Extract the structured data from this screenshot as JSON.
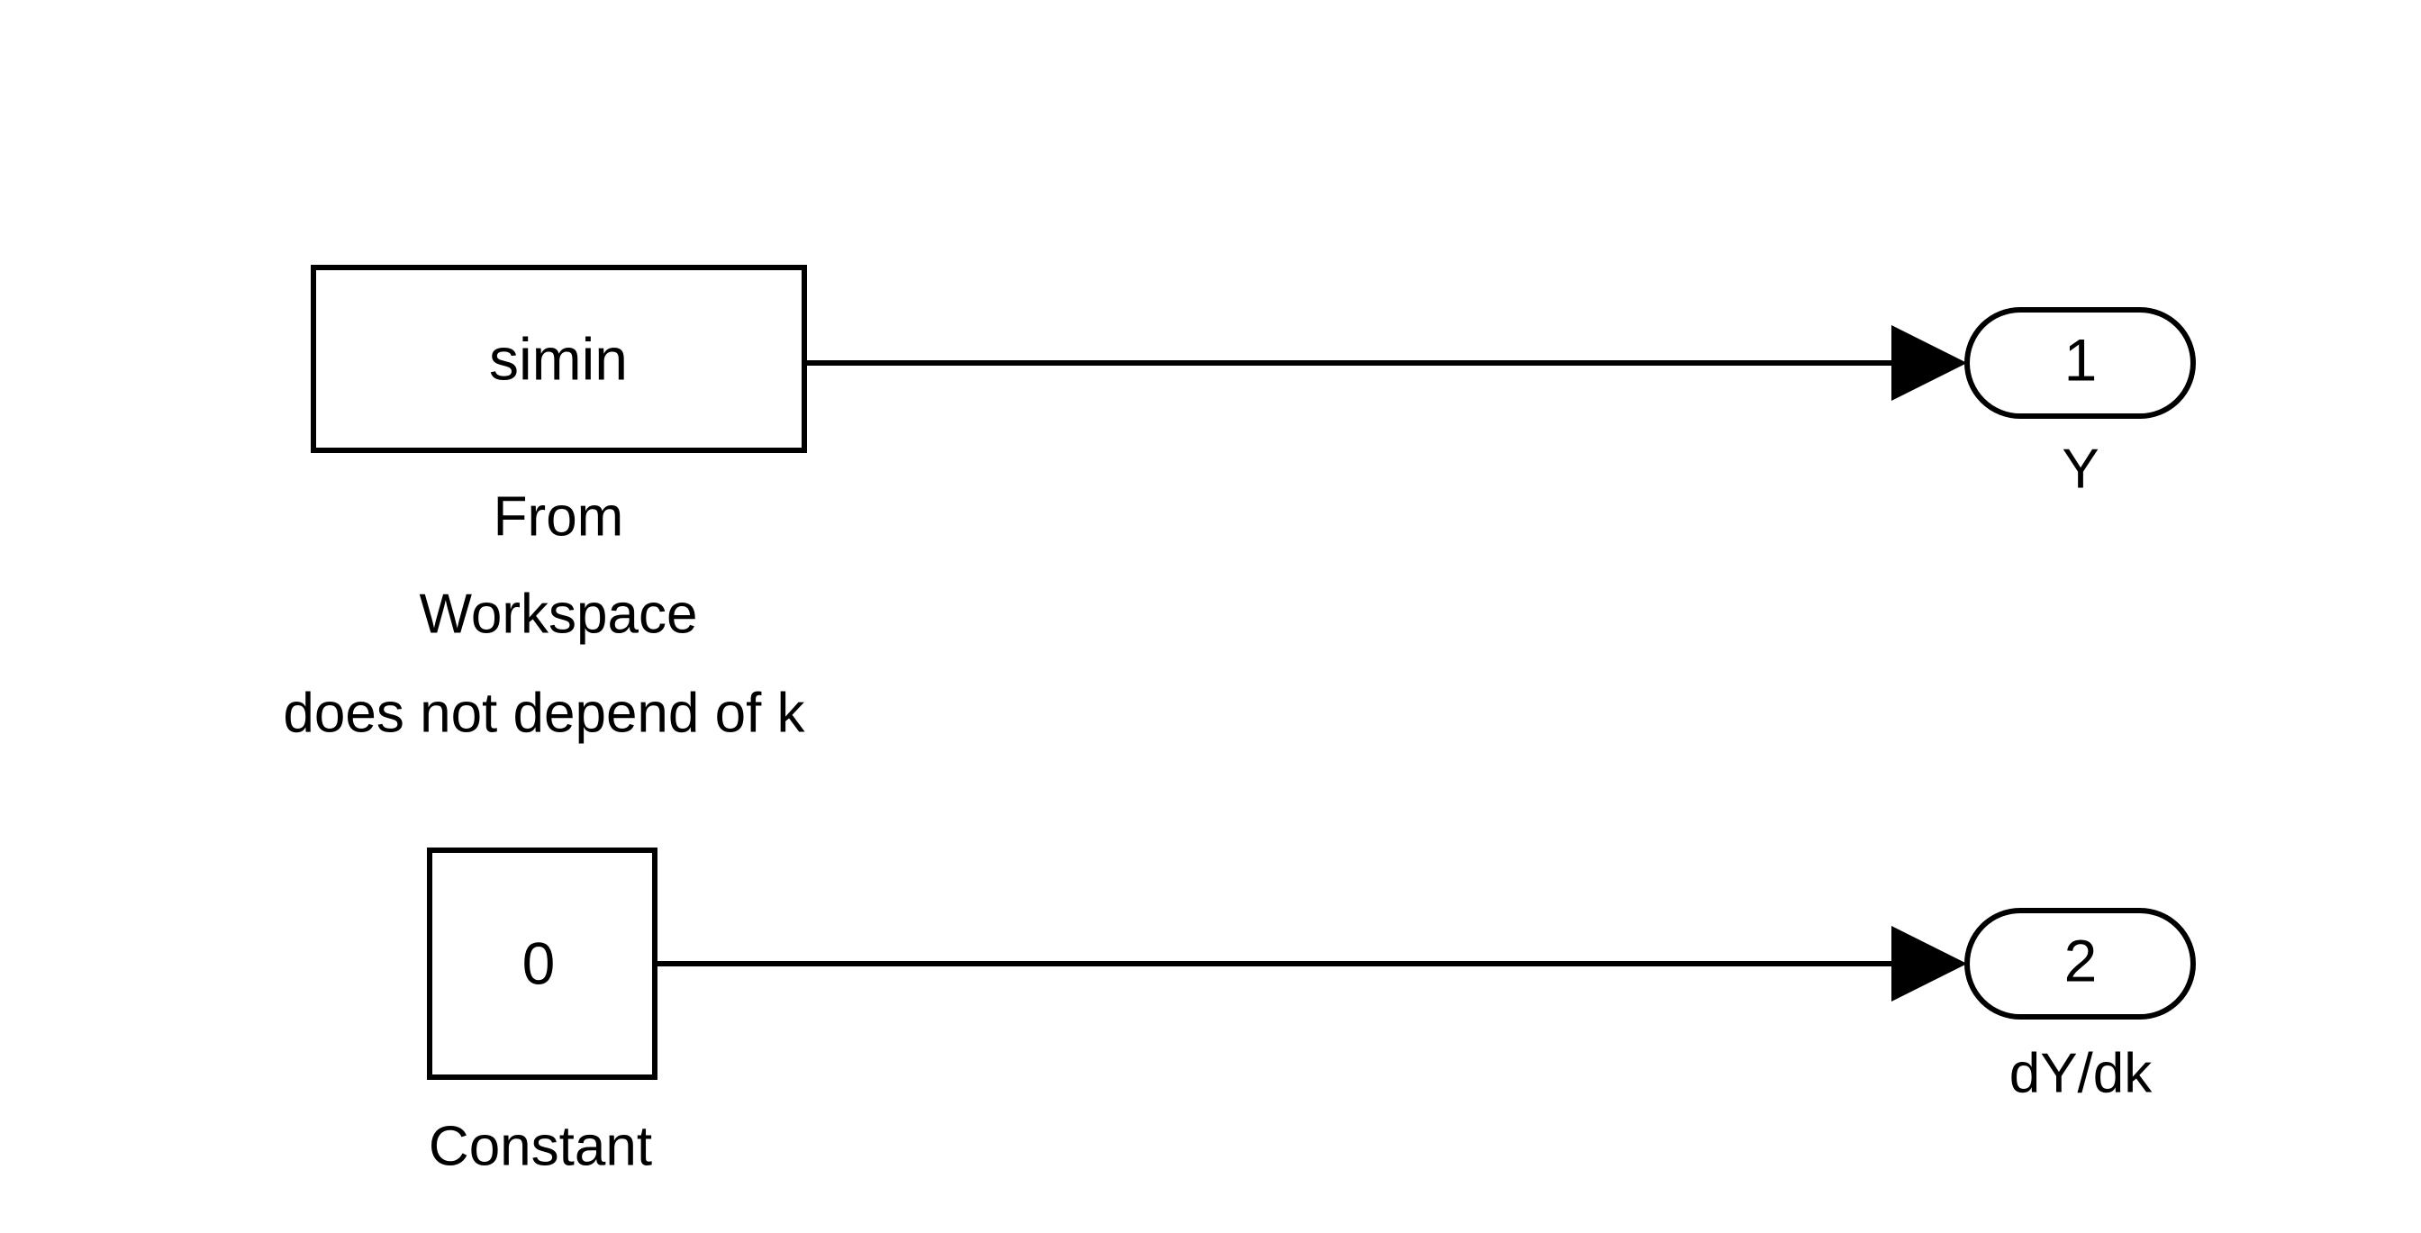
{
  "diagram": {
    "background_color": "#ffffff",
    "line_color": "#000000",
    "blocks": [
      {
        "id": "from-workspace",
        "body_text": "simin",
        "label_line1": "From",
        "label_line2": "Workspace",
        "label_line3": "does not depend of k",
        "shape": "rectangle"
      },
      {
        "id": "constant",
        "body_text": "0",
        "label_line1": "Constant",
        "shape": "rectangle"
      }
    ],
    "output_ports": [
      {
        "id": "outport-1",
        "number": "1",
        "label": "Y",
        "shape": "rounded-rectangle"
      },
      {
        "id": "outport-2",
        "number": "2",
        "label": "dY/dk",
        "shape": "rounded-rectangle"
      }
    ],
    "signals": [
      {
        "id": "signal-simin-to-y",
        "from": "from-workspace",
        "to": "outport-1"
      },
      {
        "id": "signal-constant-to-dydk",
        "from": "constant",
        "to": "outport-2"
      }
    ]
  }
}
